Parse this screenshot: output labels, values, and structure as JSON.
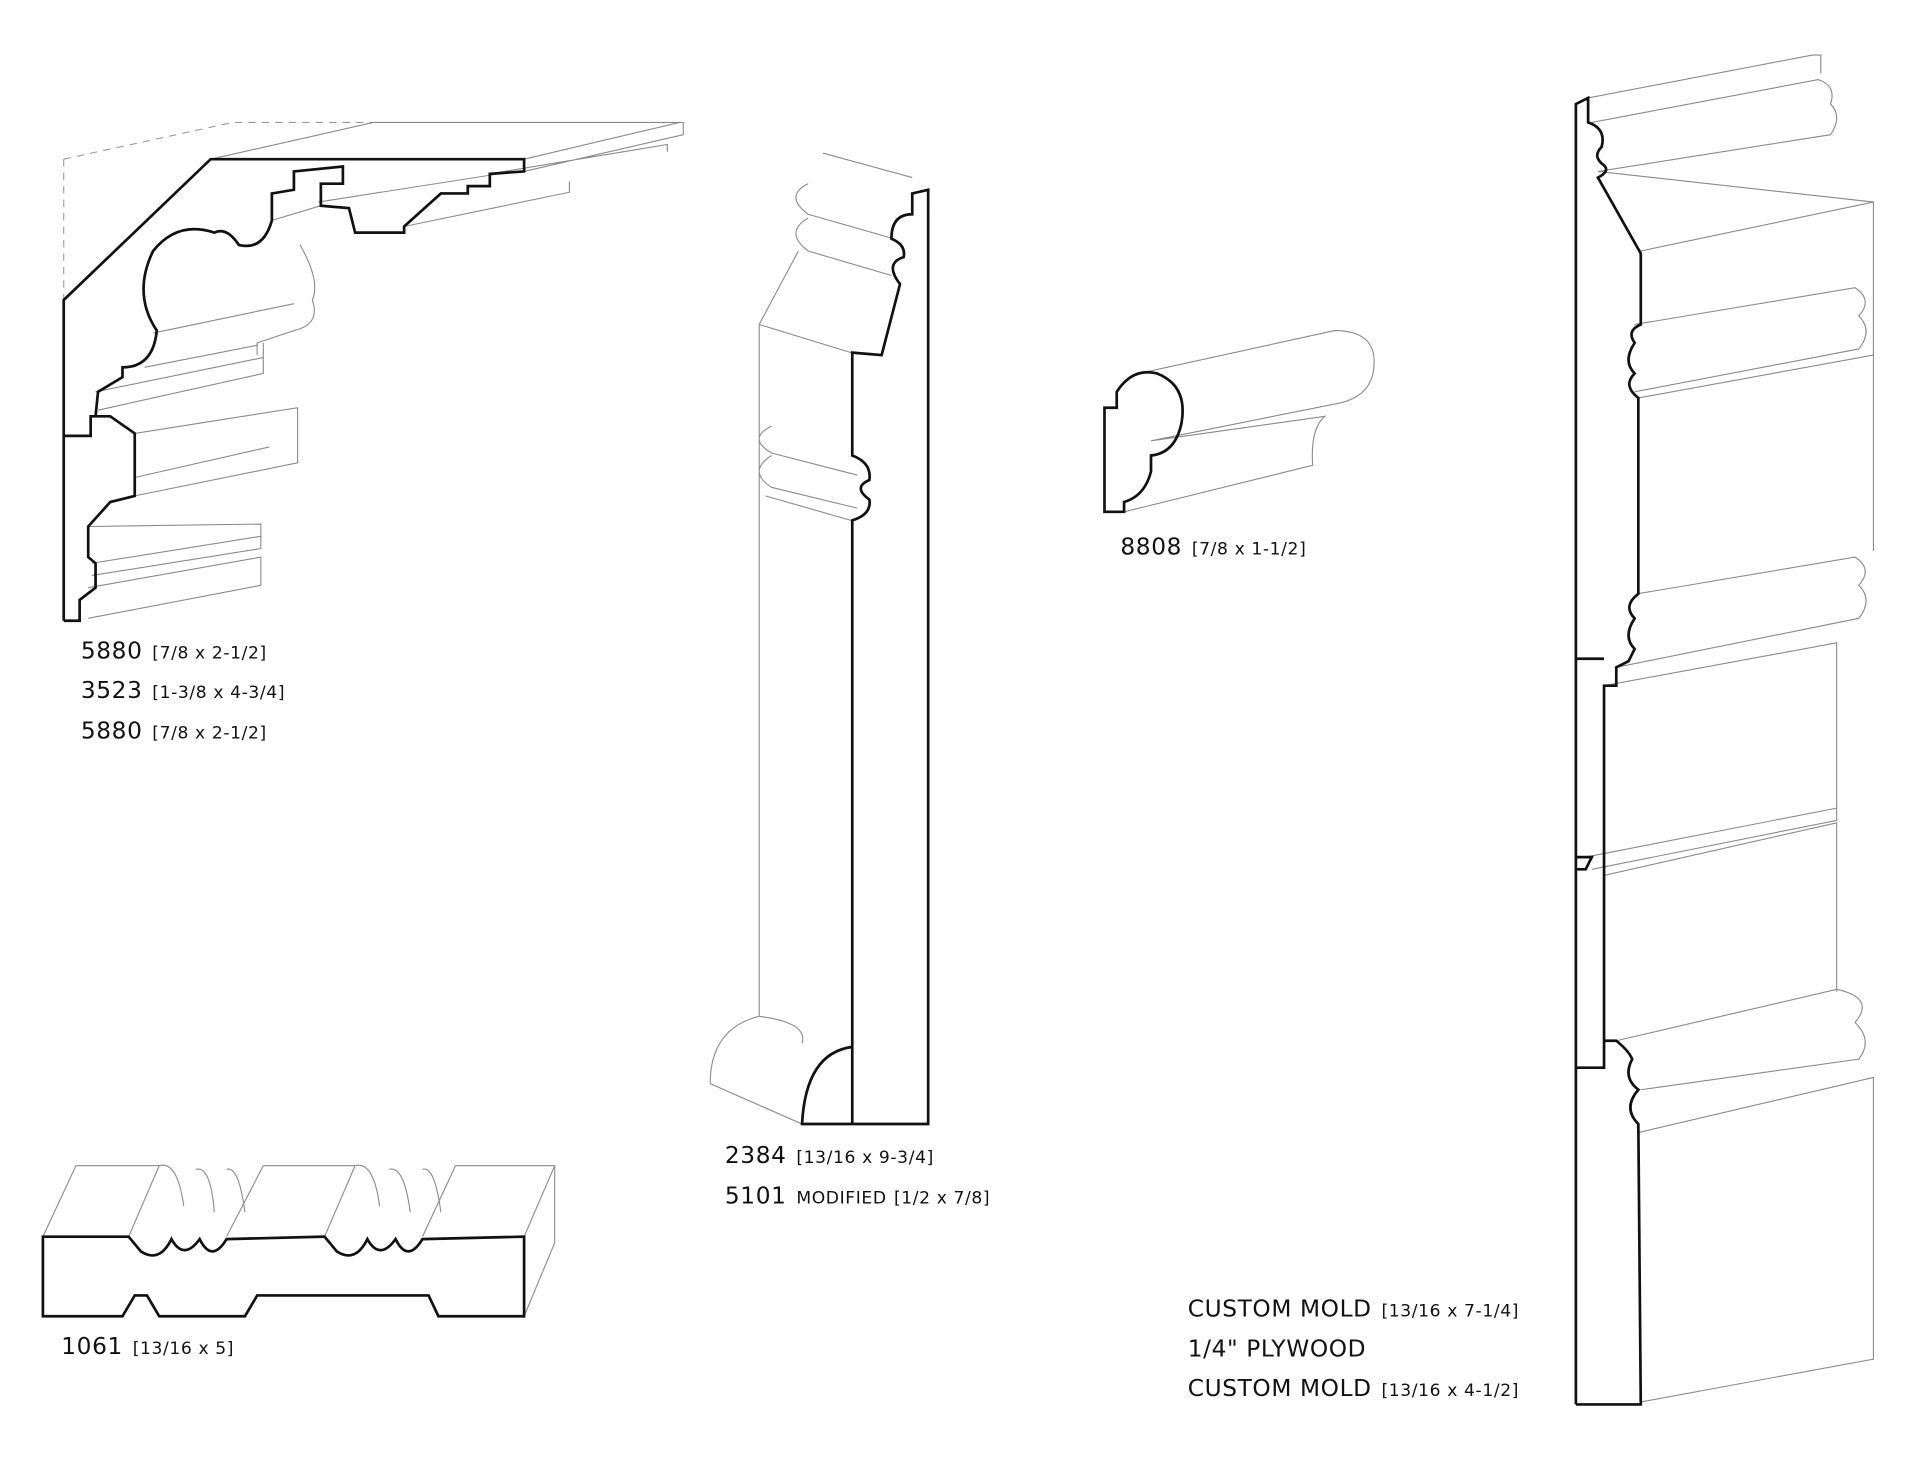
{
  "crown_assembly": {
    "labels": [
      {
        "code": "5880",
        "size": "[7/8 x 2-1/2]"
      },
      {
        "code": "3523",
        "size": "[1-3/8 x 4-3/4]"
      },
      {
        "code": "5880",
        "size": "[7/8 x 2-1/2]"
      }
    ]
  },
  "baseboard_assembly": {
    "labels": [
      {
        "code": "2384",
        "size": "[13/16 x 9-3/4]"
      },
      {
        "code": "5101",
        "note": "MODIFIED",
        "size": "[1/2 x 7/8]"
      }
    ]
  },
  "cap_molding": {
    "labels": [
      {
        "code": "8808",
        "size": "[7/8 x 1-1/2]"
      }
    ]
  },
  "casing": {
    "labels": [
      {
        "code": "1061",
        "size": "[13/16 x 5]"
      }
    ]
  },
  "custom_assembly": {
    "labels": [
      {
        "code": "CUSTOM MOLD",
        "size": "[13/16 x 7-1/4]"
      },
      {
        "code": "1/4\" PLYWOOD",
        "size": ""
      },
      {
        "code": "CUSTOM MOLD",
        "size": "[13/16 x 4-1/2]"
      }
    ]
  }
}
